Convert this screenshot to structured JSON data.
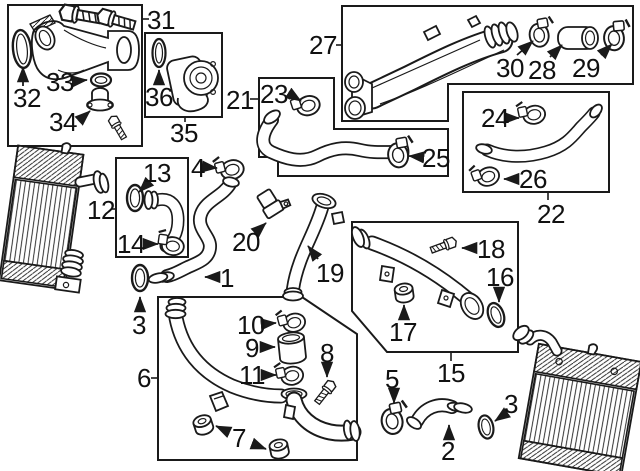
{
  "diagram_type": "auto-parts-exploded-diagram",
  "subject": "charge-air / intercooler hoses, pipes and clamps",
  "colors": {
    "background": "#ffffff",
    "line": "#1a1a1a",
    "label": "#111111"
  },
  "callouts": {
    "c1": {
      "label": "1",
      "part": "s-bend-hose"
    },
    "c2": {
      "label": "2",
      "part": "short-hose"
    },
    "c3a": {
      "label": "3",
      "part": "o-ring"
    },
    "c3b": {
      "label": "3",
      "part": "o-ring"
    },
    "c4": {
      "label": "4",
      "part": "hose-clamp"
    },
    "c5": {
      "label": "5",
      "part": "hose-clamp"
    },
    "c6": {
      "label": "6",
      "part": "lower-charge-pipe-assembly"
    },
    "c7": {
      "label": "7",
      "part": "rubber-grommets"
    },
    "c8": {
      "label": "8",
      "part": "bolt"
    },
    "c9": {
      "label": "9",
      "part": "hose-coupler"
    },
    "c10": {
      "label": "10",
      "part": "hose-clamp"
    },
    "c11": {
      "label": "11",
      "part": "hose-clamp"
    },
    "c12": {
      "label": "12",
      "part": "elbow-hose-assembly"
    },
    "c13": {
      "label": "13",
      "part": "o-ring"
    },
    "c14": {
      "label": "14",
      "part": "hose-clamp"
    },
    "c15": {
      "label": "15",
      "part": "charge-pipe-assembly"
    },
    "c16": {
      "label": "16",
      "part": "o-ring"
    },
    "c17": {
      "label": "17",
      "part": "grommet"
    },
    "c18": {
      "label": "18",
      "part": "bolt"
    },
    "c19": {
      "label": "19",
      "part": "charge-pipe"
    },
    "c20": {
      "label": "20",
      "part": "boost-pressure-sensor"
    },
    "c21": {
      "label": "21",
      "part": "hose-assembly"
    },
    "c22": {
      "label": "22",
      "part": "hose-assembly"
    },
    "c23": {
      "label": "23",
      "part": "hose-clamp"
    },
    "c24": {
      "label": "24",
      "part": "hose-clamp"
    },
    "c25": {
      "label": "25",
      "part": "hose-clamp"
    },
    "c26": {
      "label": "26",
      "part": "hose-clamp"
    },
    "c27": {
      "label": "27",
      "part": "upper-charge-pipe-assembly"
    },
    "c28": {
      "label": "28",
      "part": "hose-coupler"
    },
    "c29": {
      "label": "29",
      "part": "hose-clamp"
    },
    "c30": {
      "label": "30",
      "part": "hose-clamp"
    },
    "c31": {
      "label": "31",
      "part": "intake-manifold-assembly"
    },
    "c32": {
      "label": "32",
      "part": "oval-seal"
    },
    "c33": {
      "label": "33",
      "part": "o-ring"
    },
    "c34": {
      "label": "34",
      "part": "sensor-flange"
    },
    "c35": {
      "label": "35",
      "part": "throttle-body-assembly"
    },
    "c36": {
      "label": "36",
      "part": "o-ring"
    }
  },
  "assemblies": [
    {
      "box_callout": "31",
      "contains": [
        "32",
        "33",
        "34"
      ]
    },
    {
      "box_callout": "35",
      "contains": [
        "36"
      ]
    },
    {
      "box_callout": "21",
      "contains": [
        "23",
        "25"
      ]
    },
    {
      "box_callout": "27",
      "contains": [
        "28",
        "29",
        "30"
      ]
    },
    {
      "box_callout": "22",
      "contains": [
        "24",
        "26"
      ]
    },
    {
      "box_callout": "12",
      "contains": [
        "13",
        "14"
      ]
    },
    {
      "box_callout": "15",
      "contains": [
        "16",
        "17",
        "18"
      ]
    },
    {
      "box_callout": "6",
      "contains": [
        "7",
        "8",
        "9",
        "10",
        "11"
      ]
    },
    {
      "box_callout": null,
      "contains": [
        "1",
        "2",
        "3",
        "4",
        "5",
        "19",
        "20"
      ]
    }
  ]
}
